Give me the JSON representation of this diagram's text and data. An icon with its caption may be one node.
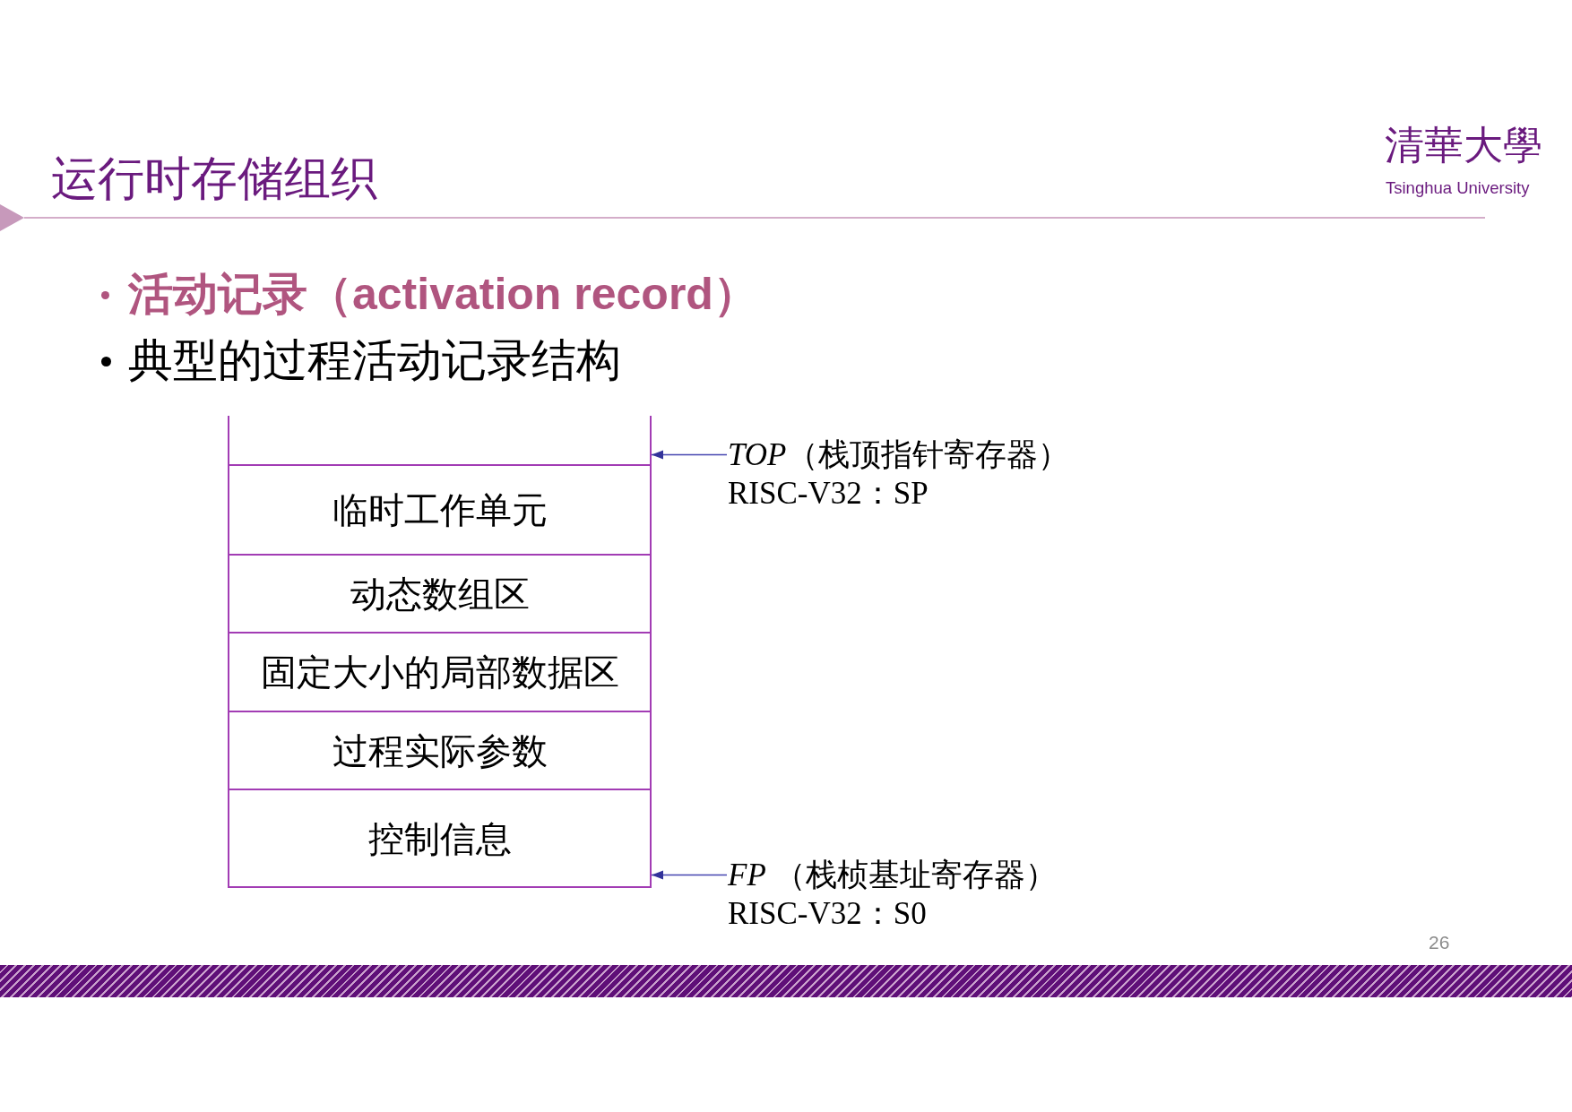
{
  "diagram": {
    "title": "运行时存储组织",
    "nodes": [
      {
        "text": [],
        "shape": "box"
      },
      {
        "text": [
          "临时工作单元"
        ]
      },
      {
        "text": [
          "动态数组区"
        ]
      },
      {
        "text": [
          "固定大小的局部数据区"
        ]
      },
      {
        "text": [
          "过程实际参数"
        ]
      },
      {
        "text": [
          "控制信息"
        ]
      },
      {
        "text": [
          "*TOP*（栈顶指针寄存器）",
          "RISC-V32：SP"
        ]
      },
      {
        "text": [
          "*FP* （栈桢基址寄存器）",
          "RISC-V32：S0"
        ]
      }
    ],
    "edges": [
      {
        "from": 6,
        "to": 0,
        "arrow": "to"
      },
      {
        "from": 7,
        "to": 5,
        "arrow": "to"
      }
    ],
    "labels": [
      "清華大學",
      "Tsinghua University",
      "活动记录（activation record）",
      "典型的过程活动记录结构",
      "26"
    ]
  }
}
